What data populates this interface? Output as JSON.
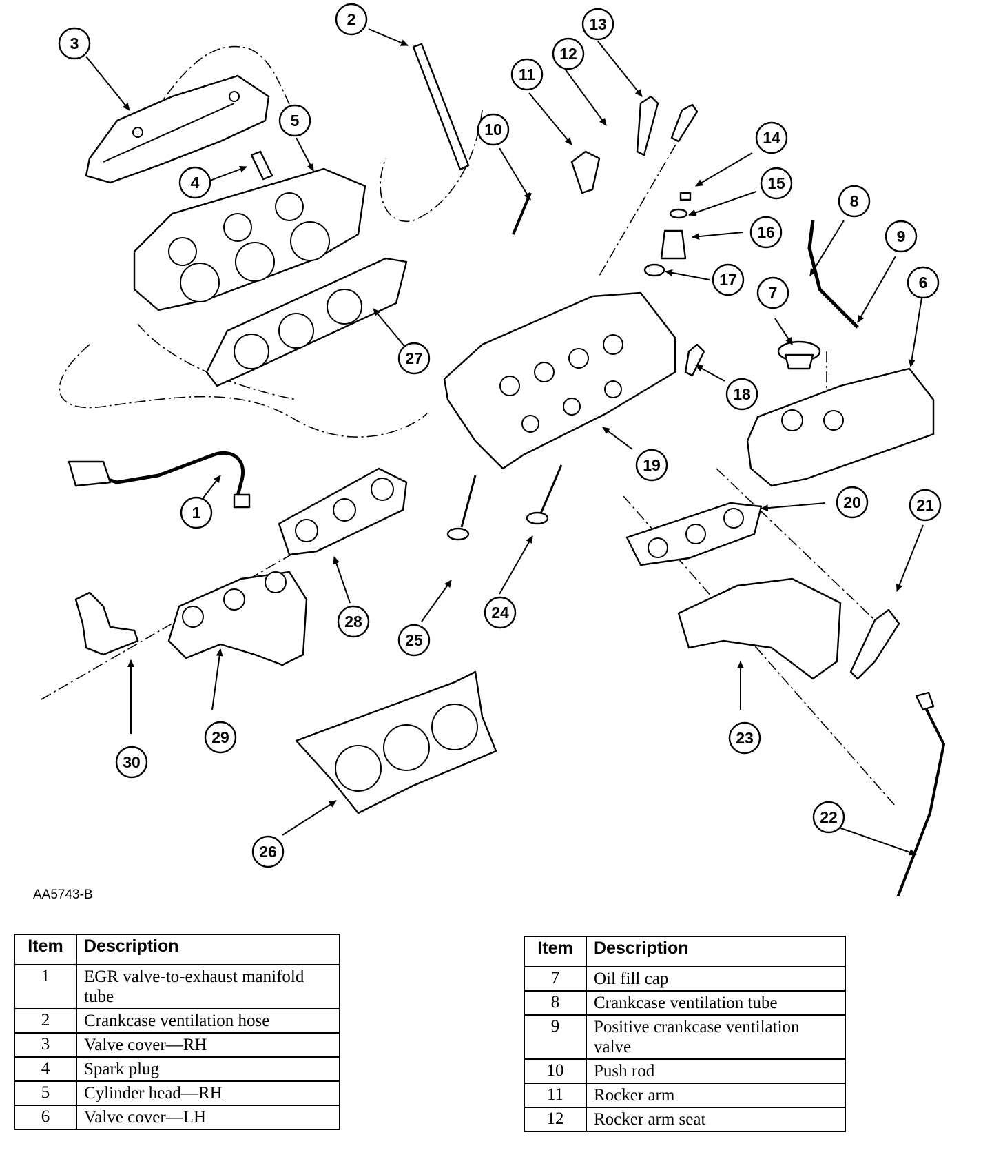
{
  "diagram_code": "AA5743-B",
  "callouts": [
    "1",
    "2",
    "3",
    "4",
    "5",
    "6",
    "7",
    "8",
    "9",
    "10",
    "11",
    "12",
    "13",
    "14",
    "15",
    "16",
    "17",
    "18",
    "19",
    "20",
    "21",
    "22",
    "23",
    "24",
    "25",
    "26",
    "27",
    "28",
    "29",
    "30"
  ],
  "table_left": {
    "header_item": "Item",
    "header_description": "Description",
    "rows": [
      {
        "item": "1",
        "description": "EGR valve-to-exhaust manifold tube"
      },
      {
        "item": "2",
        "description": "Crankcase ventilation hose"
      },
      {
        "item": "3",
        "description": "Valve cover—RH"
      },
      {
        "item": "4",
        "description": "Spark plug"
      },
      {
        "item": "5",
        "description": "Cylinder head—RH"
      },
      {
        "item": "6",
        "description": "Valve cover—LH"
      }
    ]
  },
  "table_right": {
    "header_item": "Item",
    "header_description": "Description",
    "rows": [
      {
        "item": "7",
        "description": "Oil fill cap"
      },
      {
        "item": "8",
        "description": "Crankcase ventilation tube"
      },
      {
        "item": "9",
        "description": "Positive crankcase ventilation valve"
      },
      {
        "item": "10",
        "description": "Push rod"
      },
      {
        "item": "11",
        "description": "Rocker arm"
      },
      {
        "item": "12",
        "description": "Rocker arm seat"
      }
    ]
  }
}
